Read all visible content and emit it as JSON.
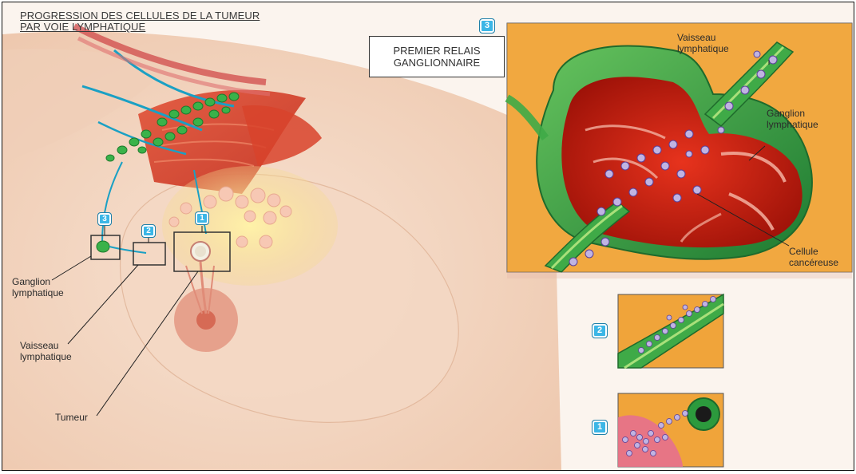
{
  "title": {
    "line1": "PROGRESSION DES CELLULES DE LA TUMEUR",
    "line2": "PAR VOIE LYMPHATIQUE"
  },
  "badges": {
    "one": "1",
    "two": "2",
    "three": "3"
  },
  "relay": {
    "line1": "PREMIER RELAIS",
    "line2": "GANGLIONNAIRE"
  },
  "left_labels": {
    "ganglion": {
      "line1": "Ganglion",
      "line2": "lymphatique"
    },
    "vaisseau": {
      "line1": "Vaisseau",
      "line2": "lymphatique"
    },
    "tumeur": "Tumeur"
  },
  "inset_labels": {
    "vaisseau": {
      "line1": "Vaisseau",
      "line2": "lymphatique"
    },
    "ganglion": {
      "line1": "Ganglion",
      "line2": "lymphatique"
    },
    "cellule": {
      "line1": "Cellule",
      "line2": "cancéreuse"
    }
  },
  "colors": {
    "skin": "#f6dcc8",
    "node_green": "#2f9a3c",
    "lymph_red": "#c81d0f",
    "badge_blue": "#3cb6e6",
    "inset_bg": "#f2a93b"
  }
}
